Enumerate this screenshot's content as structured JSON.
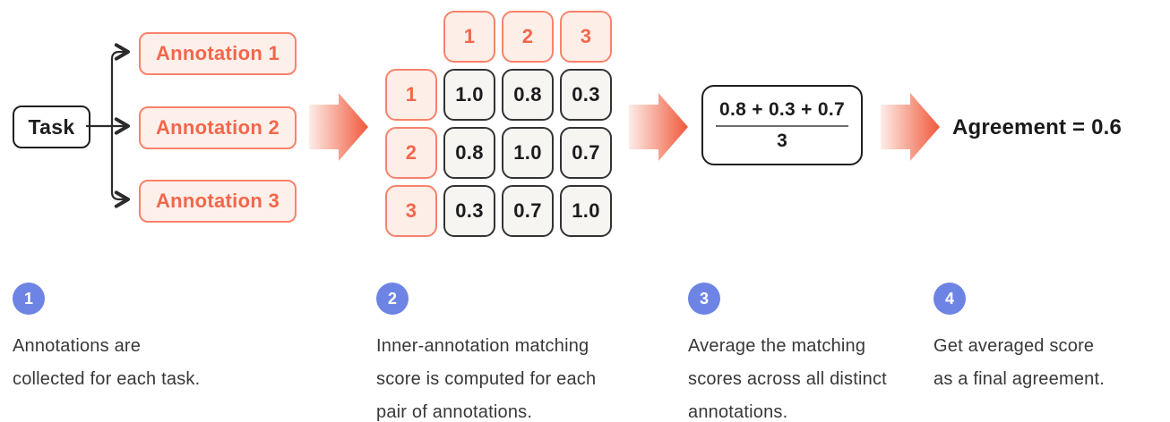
{
  "colors": {
    "coral_text": "#F3664A",
    "coral_border": "#F8826B",
    "coral_fill": "#FDF0EB",
    "arrow_gradient_start": "#FDEDE8",
    "arrow_gradient_end": "#F0583A",
    "dark_stroke": "#1F1F1F",
    "matrix_cell_fill": "#F7F5F2",
    "step_circle_blue": "#6D84E4"
  },
  "flow": {
    "task": {
      "label": "Task"
    },
    "annotations": [
      {
        "label": "Annotation 1"
      },
      {
        "label": "Annotation 2"
      },
      {
        "label": "Annotation 3"
      }
    ],
    "matrix": {
      "col_headers": [
        "1",
        "2",
        "3"
      ],
      "row_headers": [
        "1",
        "2",
        "3"
      ],
      "rows": [
        [
          "1.0",
          "0.8",
          "0.3"
        ],
        [
          "0.8",
          "1.0",
          "0.7"
        ],
        [
          "0.3",
          "0.7",
          "1.0"
        ]
      ]
    },
    "average": {
      "numerator": "0.8 + 0.3 + 0.7",
      "denominator": "3"
    },
    "result": {
      "label": "Agreement = 0.6"
    }
  },
  "steps": [
    {
      "number": "1",
      "lines": [
        "Annotations are",
        "collected for each task.",
        ""
      ]
    },
    {
      "number": "2",
      "lines": [
        "Inner-annotation matching",
        "score is computed for each",
        "pair of annotations."
      ]
    },
    {
      "number": "3",
      "lines": [
        "Average the matching",
        "scores across all distinct",
        "annotations."
      ]
    },
    {
      "number": "4",
      "lines": [
        "Get averaged score",
        "as a final agreement.",
        ""
      ]
    }
  ]
}
